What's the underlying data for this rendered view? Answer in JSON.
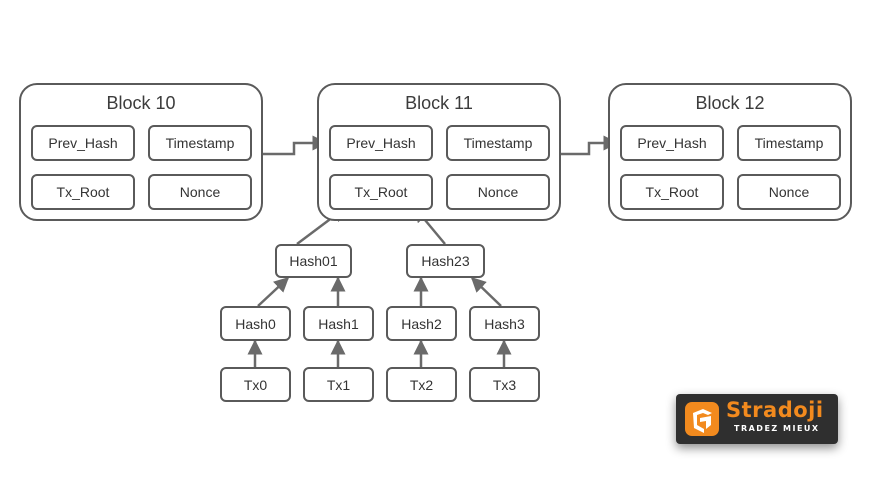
{
  "blocks": [
    {
      "title": "Block 10",
      "fields": {
        "prev_hash": "Prev_Hash",
        "timestamp": "Timestamp",
        "tx_root": "Tx_Root",
        "nonce": "Nonce"
      }
    },
    {
      "title": "Block 11",
      "fields": {
        "prev_hash": "Prev_Hash",
        "timestamp": "Timestamp",
        "tx_root": "Tx_Root",
        "nonce": "Nonce"
      }
    },
    {
      "title": "Block 12",
      "fields": {
        "prev_hash": "Prev_Hash",
        "timestamp": "Timestamp",
        "tx_root": "Tx_Root",
        "nonce": "Nonce"
      }
    }
  ],
  "merkle_tree": {
    "level1": [
      "Hash01",
      "Hash23"
    ],
    "hashes": [
      "Hash0",
      "Hash1",
      "Hash2",
      "Hash3"
    ],
    "transactions": [
      "Tx0",
      "Tx1",
      "Tx2",
      "Tx3"
    ]
  },
  "logo": {
    "name": "Stradoji",
    "tagline": "TRADEZ MIEUX",
    "accent_color": "#f28a1e",
    "background_color": "#2f2f2f"
  },
  "colors": {
    "stroke": "#5a5a5a",
    "text": "#333333"
  }
}
